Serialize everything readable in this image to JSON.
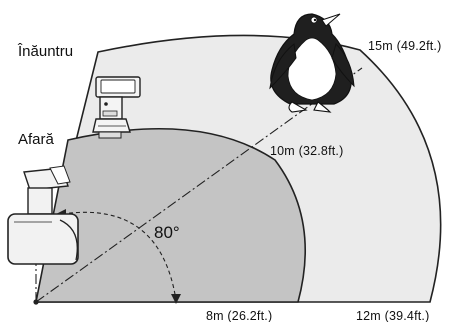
{
  "regions": {
    "indoor_label": "Înăuntru",
    "outdoor_label": "Afară"
  },
  "distances": {
    "d15": "15m (49.2ft.)",
    "d10": "10m (32.8ft.)",
    "d8": "8m (26.2ft.)",
    "d12": "12m (39.4ft.)"
  },
  "angle": {
    "label": "80°"
  },
  "colors": {
    "indoor_fill": "#ebebeb",
    "outdoor_fill": "#c4c4c4",
    "line": "#222222"
  },
  "icons": {
    "penguin": "penguin-icon",
    "flash_top": "flash-unit-icon",
    "flash_side": "flash-unit-side-icon"
  }
}
